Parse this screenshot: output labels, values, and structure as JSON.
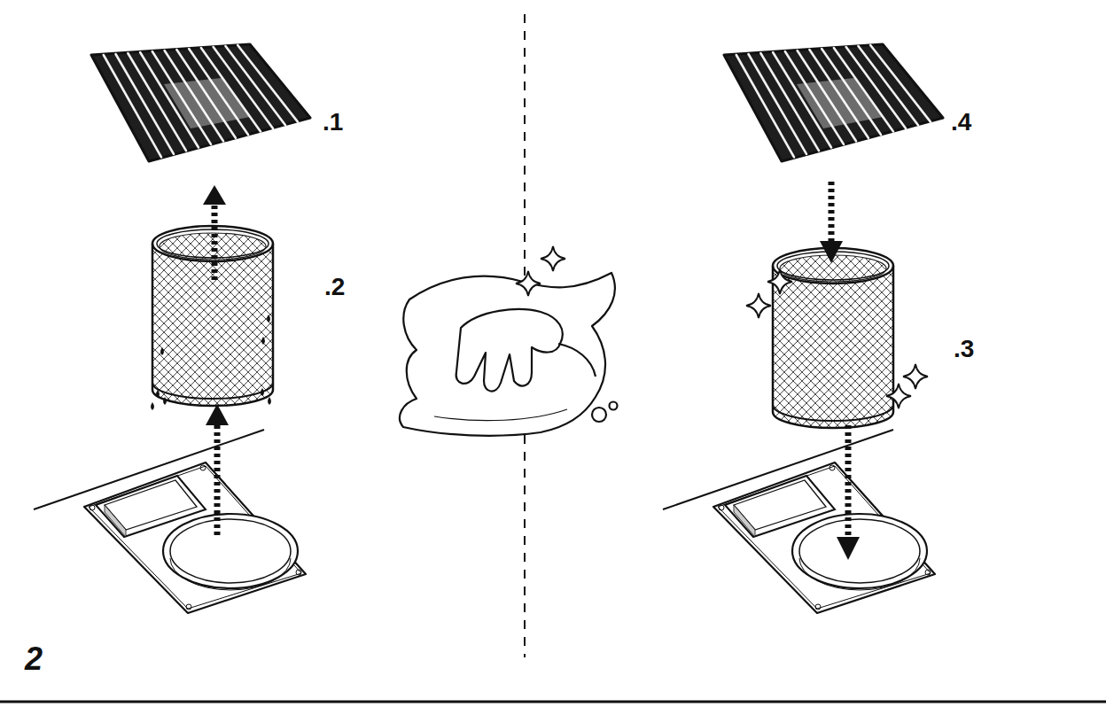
{
  "diagram": {
    "labels": [
      ".1",
      ".4",
      ".2",
      ".3",
      "2"
    ]
  }
}
